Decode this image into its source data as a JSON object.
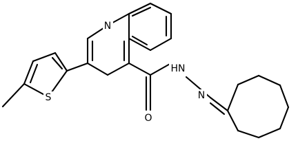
{
  "diagram": {
    "type": "chemical-structure",
    "atom_labels": {
      "quinoline_n": "N",
      "thiophene_s": "S",
      "carbonyl_o": "O",
      "hydrazide_nh": "HN",
      "hydrazone_n": "N"
    },
    "colors": {
      "bond": "#000000",
      "background": "#ffffff"
    }
  }
}
